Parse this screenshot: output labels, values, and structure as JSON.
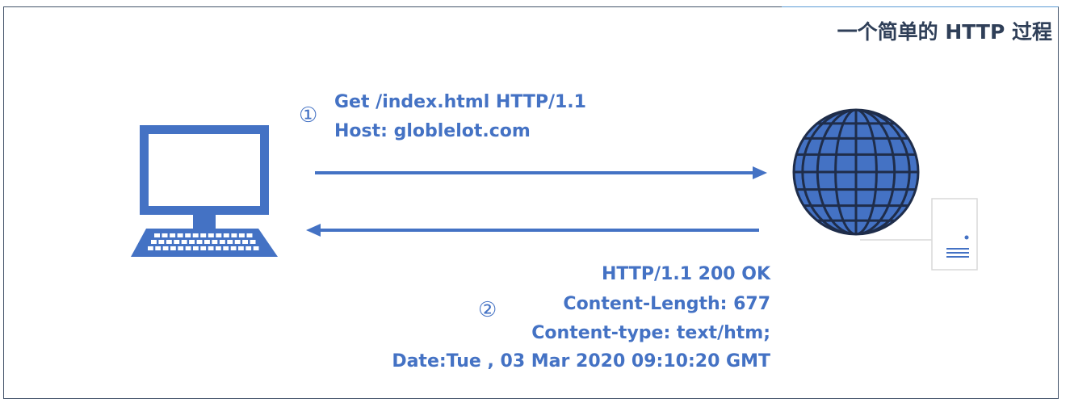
{
  "title": "一个简单的 HTTP 过程",
  "request": {
    "marker": "①",
    "lines": [
      "Get /index.html HTTP/1.1",
      "Host: globlelot.com"
    ]
  },
  "response": {
    "marker": "②",
    "lines": [
      "HTTP/1.1 200 OK",
      "Content-Length: 677",
      "Content-type: text/htm;",
      "Date:Tue , 03 Mar 2020 09:10:20 GMT"
    ]
  },
  "icons": {
    "client": "computer-icon",
    "server_globe": "globe-icon",
    "server_tower": "server-icon"
  },
  "colors": {
    "accent": "#4472c4",
    "globe_fill": "#4472c4",
    "title": "#2f3f58"
  }
}
